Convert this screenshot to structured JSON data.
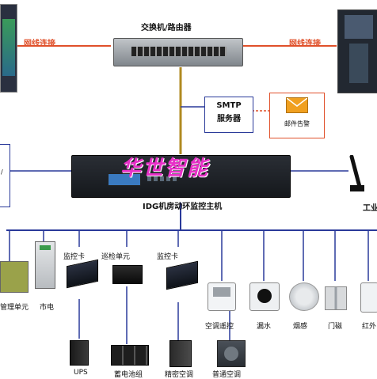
{
  "switch_label": "交换机/路由器",
  "link_left": "网线连接",
  "link_right": "网线连接",
  "smtp_line1": "SMTP",
  "smtp_line2": "服务器",
  "email_alarm": "邮件告警",
  "host_brand": "华世智能",
  "host_label": "IDG机房动环监控主机",
  "wireless_partial": "工业",
  "devices": {
    "mgmt_unit": "管理单元",
    "mains": "市电",
    "monitor_card_1": "监控卡",
    "patrol_unit": "巡检单元",
    "monitor_card_2": "监控卡",
    "ac_remote": "空调遥控",
    "water_leak": "漏水",
    "smoke": "烟感",
    "door_magnet": "门磁",
    "infrared": "红外",
    "ups": "UPS",
    "battery": "蓄电池组",
    "precision_ac": "精密空调",
    "ordinary_ac": "普通空调"
  },
  "colors": {
    "link_text": "#e0502a",
    "bus_line": "#2a3a9a",
    "brand": "#e830c8",
    "link_line": "#e0502a"
  }
}
